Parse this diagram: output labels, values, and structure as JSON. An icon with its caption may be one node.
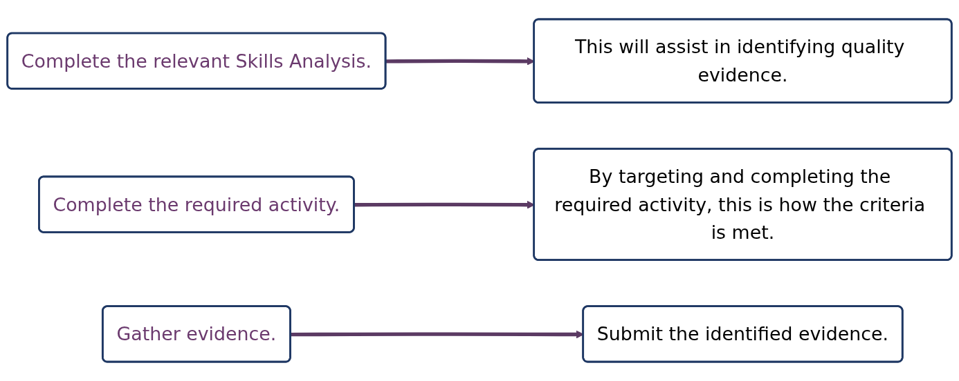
{
  "diagram": {
    "nodes": [
      {
        "text": [
          "Complete the relevant Skills Analysis."
        ]
      },
      {
        "text": [
          "This will assist in identifying quality evidence."
        ]
      },
      {
        "text": [
          "Complete the required activity."
        ]
      },
      {
        "text": [
          "By targeting and completing the required activity, this is how the criteria is met."
        ]
      },
      {
        "text": [
          "Gather evidence."
        ]
      },
      {
        "text": [
          "Submit the identified evidence."
        ]
      }
    ],
    "edges": [
      {
        "from": 0,
        "to": 1,
        "arrow": "to"
      },
      {
        "from": 2,
        "to": 3,
        "arrow": "to"
      },
      {
        "from": 4,
        "to": 5,
        "arrow": "to"
      }
    ]
  }
}
